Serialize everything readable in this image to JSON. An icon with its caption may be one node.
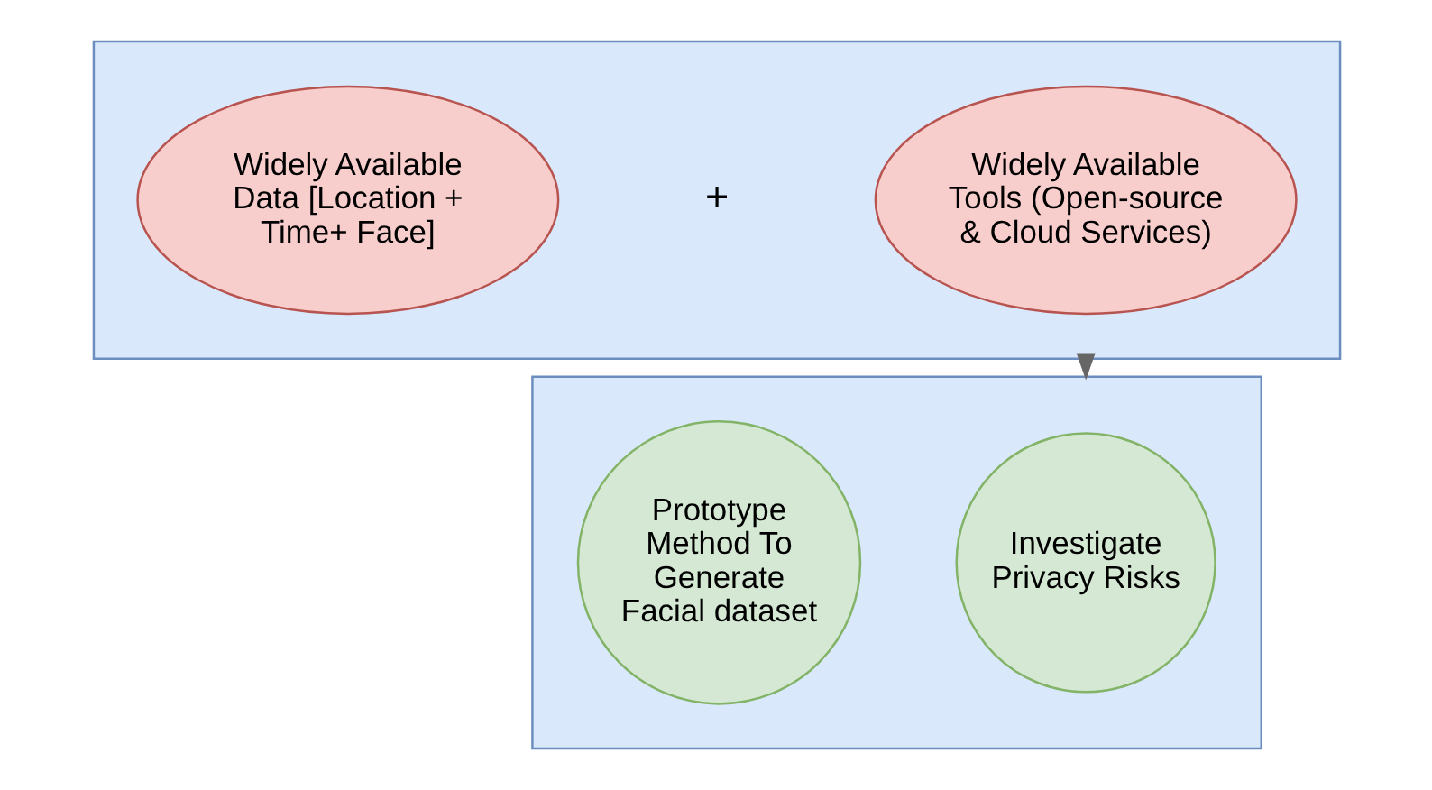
{
  "diagram": {
    "nodes": [
      {
        "text": [],
        "shape": "box"
      },
      {
        "text": [
          "Widely Available Tools (Open-source & Cloud Services)"
        ],
        "in": 0
      },
      {
        "text": [
          "Widely Available Data [Location + Time+ Face]"
        ],
        "in": 0
      },
      {
        "text": [],
        "shape": "box"
      },
      {
        "text": [
          "Investigate Privacy Risks"
        ],
        "in": 3
      },
      {
        "text": [
          "Prototype Method To Generate Facial dataset"
        ],
        "in": 3
      }
    ],
    "edges": [
      {
        "from": 0,
        "to": 3,
        "arrow": "to"
      }
    ],
    "labels": [
      "+"
    ]
  }
}
